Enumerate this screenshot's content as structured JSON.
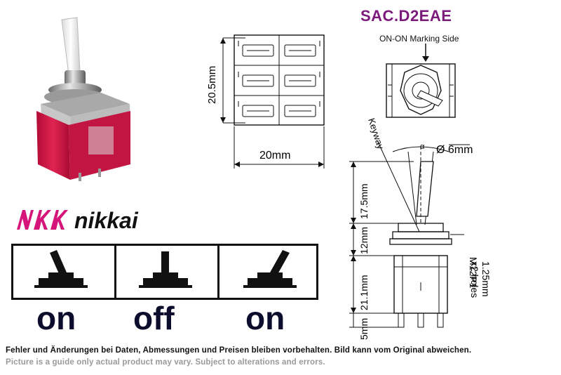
{
  "header": {
    "model": "SAC.D2EAE",
    "model_color": "#7b1a7b",
    "marking_side": "ON-ON Marking Side"
  },
  "brand": {
    "logo_text": "nikkai",
    "logo_mark": "NKK",
    "logo_color": "#d6157a"
  },
  "dimensions": {
    "height": "20.5mm",
    "width": "20mm",
    "diameter": "Ø 6mm",
    "alpha": "α",
    "keyway": "Keyway",
    "lever_length": "17.5mm",
    "bushing_length": "12mm",
    "thread": "M12P1",
    "body_height": "21.1mm",
    "holes": "1.25mm",
    "holes_count": "x2 holes",
    "terminal_length": "5mm"
  },
  "states": {
    "positions": [
      "on",
      "off",
      "on"
    ],
    "label_color": "#0c0c2c"
  },
  "footer": {
    "note_de": "Fehler und Änderungen bei Daten, Abmessungen und Preisen bleiben vorbehalten. Bild kann vom Original abweichen.",
    "note_en": "Picture is a guide only actual product may vary. Subject to alterations and errors."
  }
}
